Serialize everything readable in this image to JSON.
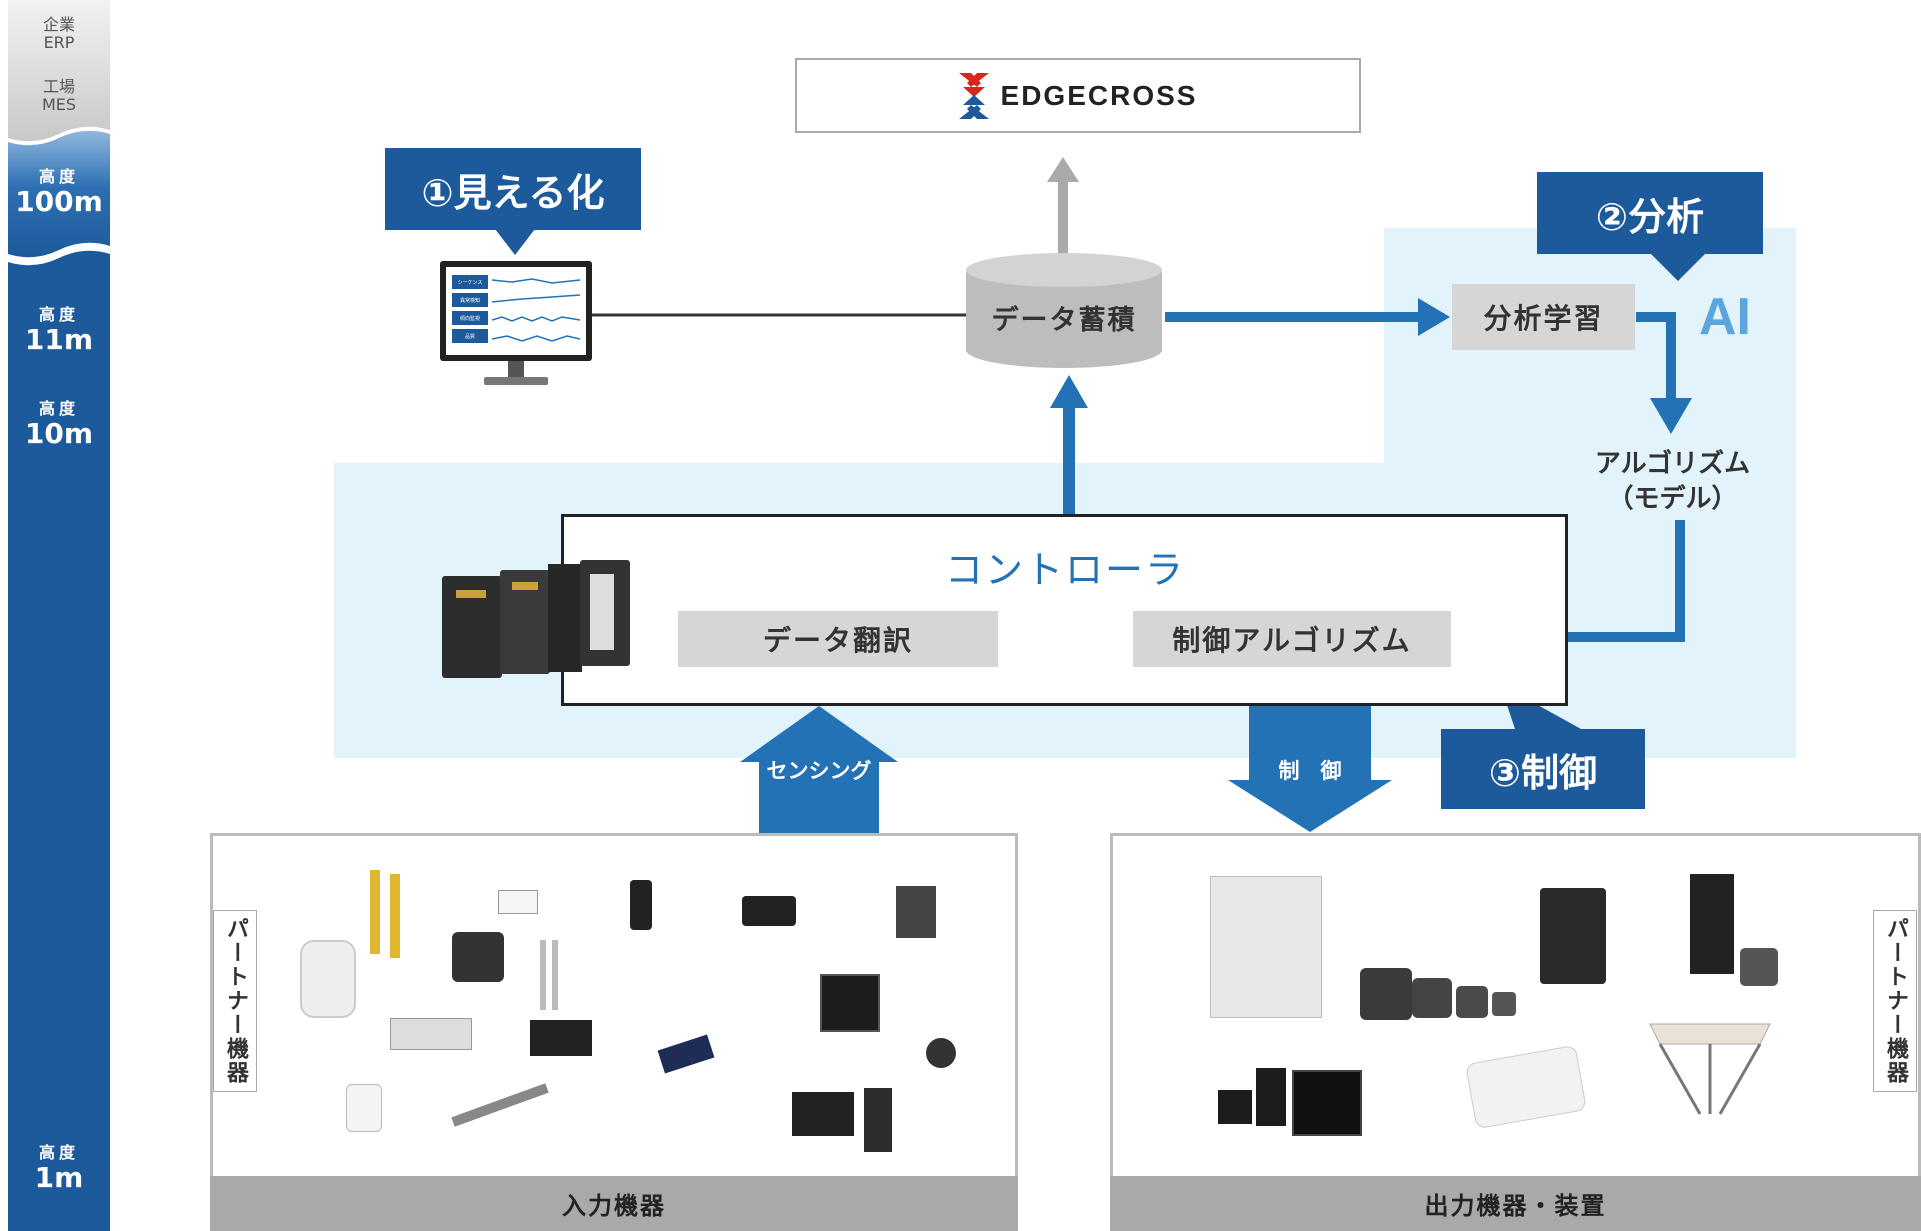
{
  "sidebar": {
    "erp_label": "企業",
    "erp_sub": "ERP",
    "mes_label": "工場",
    "mes_sub": "MES",
    "levels": [
      {
        "label": "高度",
        "value": "100m"
      },
      {
        "label": "高度",
        "value": "11m"
      },
      {
        "label": "高度",
        "value": "10m"
      },
      {
        "label": "高度",
        "value": "1m"
      }
    ]
  },
  "top": {
    "logo_text": "EDGECROSS"
  },
  "steps": {
    "visualize": "①見える化",
    "analyze": "②分析",
    "control": "③制御"
  },
  "nodes": {
    "data_storage": "データ蓄積",
    "analysis_learning": "分析学習",
    "ai": "AI",
    "algorithm_line1": "アルゴリズム",
    "algorithm_line2": "（モデル）",
    "controller_title": "コントローラ",
    "data_translation": "データ翻訳",
    "control_algorithm": "制御アルゴリズム"
  },
  "arrows": {
    "sensing": "センシング",
    "control": "制　御"
  },
  "panels": {
    "input_footer": "入力機器",
    "output_footer": "出力機器・装置",
    "partner_left": "パートナー機器",
    "partner_right": "パートナー機器"
  },
  "monitor": {
    "rows": [
      "シーケンス",
      "異常検知",
      "傾向監視",
      "品質"
    ]
  },
  "colors": {
    "brand_blue": "#1d5a9b",
    "flow_blue": "#2272b5",
    "light_blue_area": "#e3f3fb",
    "sidebar_blue": "#1d5a9b",
    "gray_box": "#d6d6d6"
  }
}
